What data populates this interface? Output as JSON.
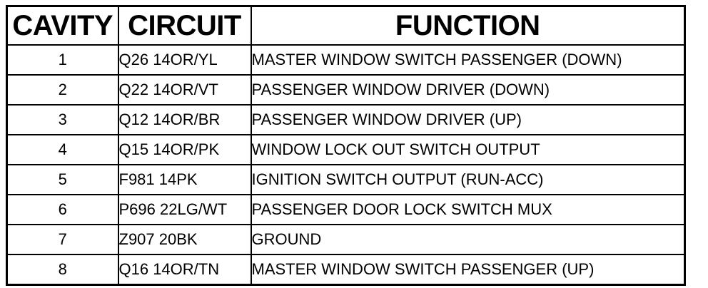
{
  "table": {
    "headers": {
      "cavity": "CAVITY",
      "circuit": "CIRCUIT",
      "function": "FUNCTION"
    },
    "rows": [
      {
        "cavity": "1",
        "circuit": "Q26 14OR/YL",
        "function": "MASTER WINDOW SWITCH PASSENGER (DOWN)"
      },
      {
        "cavity": "2",
        "circuit": "Q22 14OR/VT",
        "function": "PASSENGER WINDOW DRIVER (DOWN)"
      },
      {
        "cavity": "3",
        "circuit": "Q12 14OR/BR",
        "function": "PASSENGER WINDOW DRIVER (UP)"
      },
      {
        "cavity": "4",
        "circuit": "Q15 14OR/PK",
        "function": "WINDOW LOCK OUT SWITCH OUTPUT"
      },
      {
        "cavity": "5",
        "circuit": "F981 14PK",
        "function": "IGNITION SWITCH OUTPUT (RUN-ACC)"
      },
      {
        "cavity": "6",
        "circuit": "P696 22LG/WT",
        "function": "PASSENGER DOOR LOCK SWITCH MUX"
      },
      {
        "cavity": "7",
        "circuit": "Z907 20BK",
        "function": "GROUND"
      },
      {
        "cavity": "8",
        "circuit": "Q16 14OR/TN",
        "function": "MASTER WINDOW SWITCH PASSENGER (UP)"
      }
    ]
  }
}
